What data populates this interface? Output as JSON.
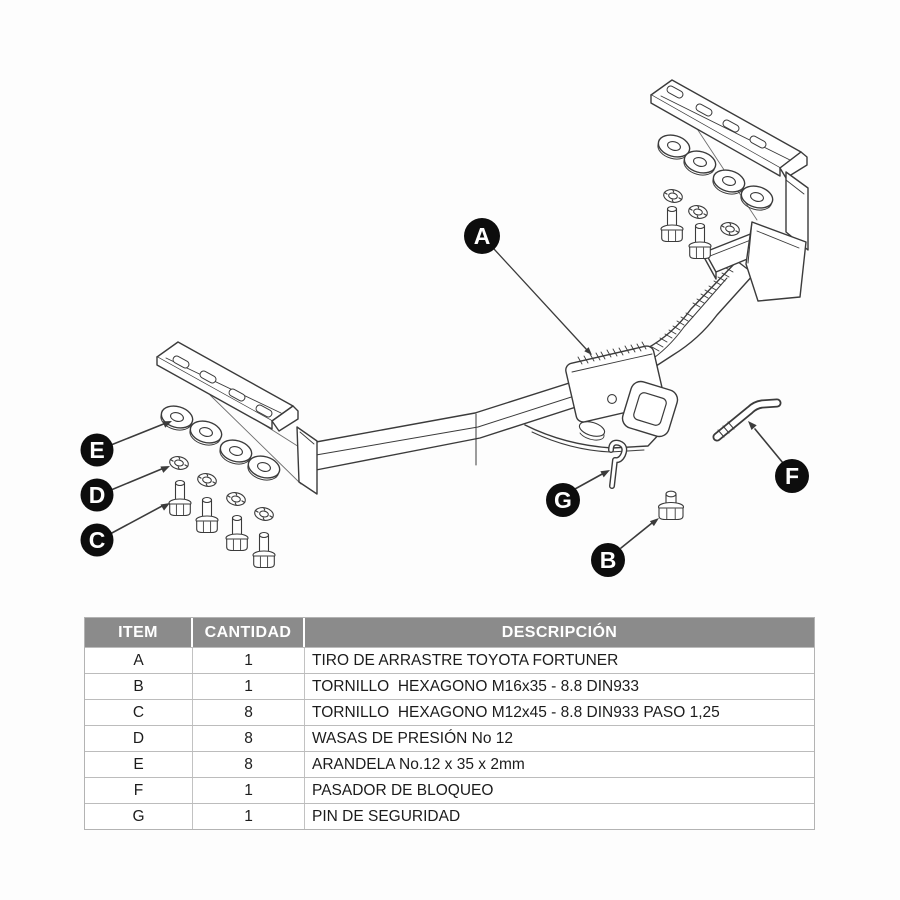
{
  "colors": {
    "line": "#3b3b3b",
    "faint_line": "#6f6f6f",
    "callout_bg": "#0d0d0d",
    "callout_text": "#ffffff",
    "table_header_bg": "#8b8b8b",
    "table_header_text": "#ffffff",
    "table_border": "#bcbcbc"
  },
  "diagram": {
    "callouts": [
      {
        "letter": "A"
      },
      {
        "letter": "B"
      },
      {
        "letter": "C"
      },
      {
        "letter": "D"
      },
      {
        "letter": "E"
      },
      {
        "letter": "F"
      },
      {
        "letter": "G"
      }
    ]
  },
  "table": {
    "headers": [
      "ITEM",
      "CANTIDAD",
      "DESCRIPCIÓN"
    ],
    "rows": [
      {
        "item": "A",
        "cantidad": "1",
        "descripcion": "TIRO DE ARRASTRE TOYOTA FORTUNER"
      },
      {
        "item": "B",
        "cantidad": "1",
        "descripcion": "TORNILLO  HEXAGONO M16x35 - 8.8 DIN933"
      },
      {
        "item": "C",
        "cantidad": "8",
        "descripcion": "TORNILLO  HEXAGONO M12x45 - 8.8 DIN933 PASO 1,25"
      },
      {
        "item": "D",
        "cantidad": "8",
        "descripcion": "WASAS DE PRESIÓN No 12"
      },
      {
        "item": "E",
        "cantidad": "8",
        "descripcion": "ARANDELA No.12 x 35 x 2mm"
      },
      {
        "item": "F",
        "cantidad": "1",
        "descripcion": "PASADOR DE BLOQUEO"
      },
      {
        "item": "G",
        "cantidad": "1",
        "descripcion": "PIN DE SEGURIDAD"
      }
    ]
  }
}
